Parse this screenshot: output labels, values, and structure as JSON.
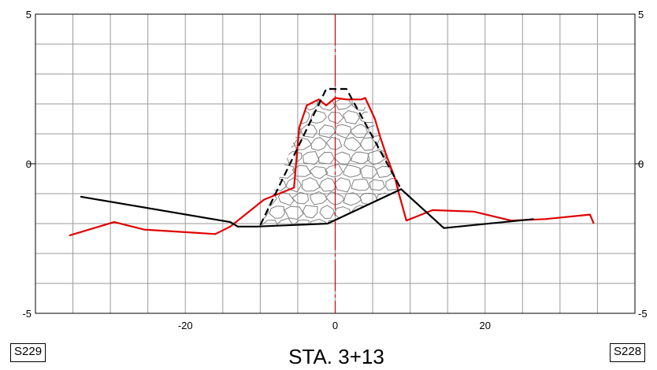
{
  "chart_data": {
    "type": "line",
    "xlim": [
      -40,
      40
    ],
    "ylim": [
      -5,
      5
    ],
    "x_ticks": [
      -20,
      0,
      20
    ],
    "x_tick_labels": [
      "-20",
      "0",
      "20"
    ],
    "y_ticks": [
      -5,
      0,
      5
    ],
    "y_tick_labels": [
      "-5",
      "0",
      "5"
    ],
    "grid": true,
    "centerline_x": 0,
    "title": "STA. 3+13",
    "series": [
      {
        "key": "red_surface",
        "color": "#e00000",
        "style": "solid",
        "points": [
          [
            -35.5,
            -2.4
          ],
          [
            -29.5,
            -1.95
          ],
          [
            -25.5,
            -2.2
          ],
          [
            -16,
            -2.35
          ],
          [
            -14,
            -2.1
          ],
          [
            -9.5,
            -1.2
          ],
          [
            -5.5,
            -0.8
          ],
          [
            -4.8,
            1.2
          ],
          [
            -3.8,
            1.95
          ],
          [
            -2.2,
            2.15
          ],
          [
            -1.2,
            1.95
          ],
          [
            0,
            2.2
          ],
          [
            1.5,
            2.15
          ],
          [
            3.5,
            2.15
          ],
          [
            4,
            2.2
          ],
          [
            5.3,
            1.5
          ],
          [
            6,
            0.9
          ],
          [
            6.8,
            0.3
          ],
          [
            8,
            -0.5
          ],
          [
            8.5,
            -1.0
          ],
          [
            9.5,
            -1.9
          ],
          [
            11,
            -1.75
          ],
          [
            13,
            -1.55
          ],
          [
            18.5,
            -1.6
          ],
          [
            23.5,
            -1.9
          ],
          [
            28,
            -1.85
          ],
          [
            34,
            -1.7
          ],
          [
            34.5,
            -2.0
          ]
        ]
      },
      {
        "key": "black_ground",
        "color": "#000000",
        "style": "solid",
        "points": [
          [
            -34,
            -1.1
          ],
          [
            -14,
            -1.95
          ],
          [
            -13,
            -2.1
          ],
          [
            -10.5,
            -2.1
          ],
          [
            -1,
            -2.0
          ],
          [
            8.8,
            -0.85
          ],
          [
            14.5,
            -2.15
          ],
          [
            26.5,
            -1.85
          ]
        ]
      },
      {
        "key": "dashed_template",
        "color": "#000000",
        "style": "dashed",
        "points": [
          [
            -10,
            -2.05
          ],
          [
            -1.2,
            2.5
          ],
          [
            1.5,
            2.5
          ],
          [
            8.8,
            -0.85
          ]
        ]
      }
    ],
    "fill_region": {
      "key": "riprap_fill",
      "style": "cobblestone",
      "stroke": "#808080",
      "polygon": [
        [
          -10,
          -2.05
        ],
        [
          -4.8,
          1.2
        ],
        [
          -3.8,
          1.95
        ],
        [
          -2.2,
          2.15
        ],
        [
          -1.2,
          1.95
        ],
        [
          0,
          2.2
        ],
        [
          1.5,
          2.15
        ],
        [
          3.5,
          2.15
        ],
        [
          6,
          0.9
        ],
        [
          8.8,
          -0.85
        ],
        [
          -1,
          -2.0
        ]
      ]
    }
  },
  "labels": {
    "left_tag": "S229",
    "right_tag": "S228"
  },
  "colors": {
    "grid": "#9a9a9a",
    "centerline": "#d00000",
    "frame": "#000000"
  }
}
